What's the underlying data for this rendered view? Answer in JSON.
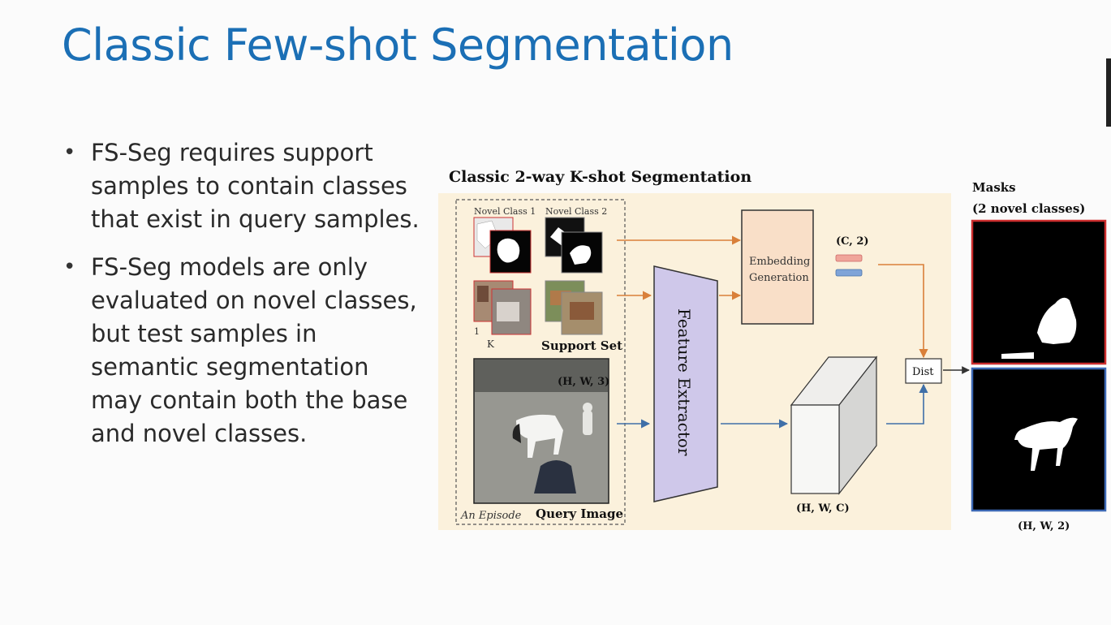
{
  "slide": {
    "title": "Classic Few-shot Segmentation",
    "bullets": [
      "FS-Seg requires support samples to contain classes that exist in query samples.",
      "FS-Seg models are only evaluated on novel classes, but test samples in semantic segmentation may contain both the base and novel classes."
    ]
  },
  "figure": {
    "title": "Classic 2-way K-shot Segmentation",
    "novel_class_1": "Novel Class 1",
    "novel_class_2": "Novel Class 2",
    "index_1": "1",
    "index_k": "K",
    "support_set": "Support Set",
    "query_shape": "(H, W, 3)",
    "episode": "An Episode",
    "query_image": "Query Image",
    "feature_extractor": "Feature Extractor",
    "embedding_line1": "Embedding",
    "embedding_line2": "Generation",
    "embedding_shape": "(C, 2)",
    "feature_shape": "(H, W, C)",
    "dist": "Dist",
    "masks_line1": "Masks",
    "masks_line2": "(2 novel classes)",
    "mask_shape": "(H, W, 2)",
    "colors": {
      "title_blue": "#1b6fb5",
      "panel_bg": "#fbf1dc",
      "extractor_fill": "#cfc8ea",
      "embedding_fill": "#f9dfc8",
      "arrow_orange": "#d9803a",
      "arrow_blue": "#3f6fa8",
      "mask_red_border": "#cc2d2d",
      "mask_blue_border": "#3c68b4"
    }
  }
}
